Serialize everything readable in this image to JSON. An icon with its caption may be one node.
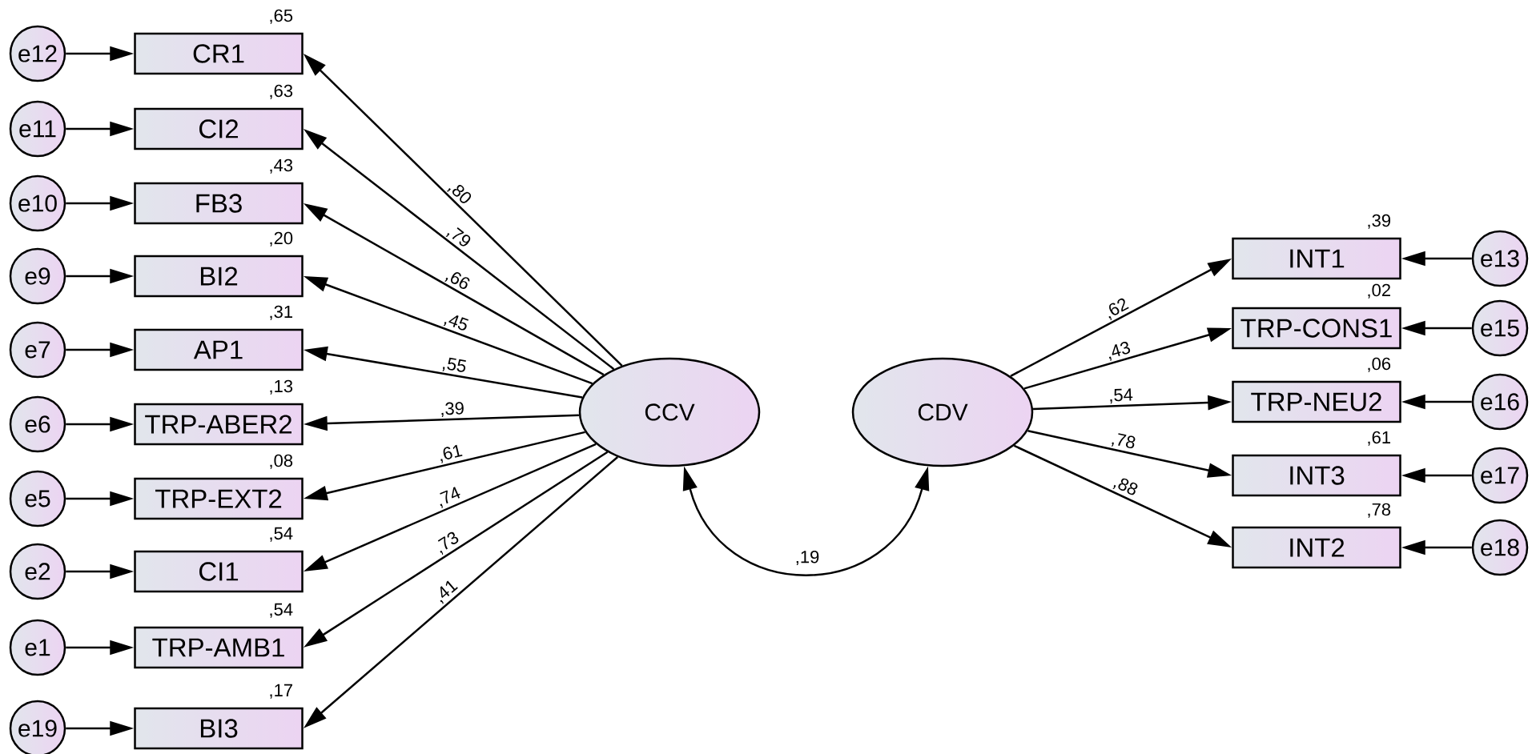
{
  "diagram": {
    "nodes": [
      {
        "text": [
          "e12"
        ]
      },
      {
        "text": [
          "CR1"
        ],
        "beside": [
          ",65"
        ]
      },
      {
        "text": [
          "e11"
        ]
      },
      {
        "text": [
          "CI2"
        ],
        "beside": [
          ",63"
        ]
      },
      {
        "text": [
          "e10"
        ]
      },
      {
        "text": [
          "FB3"
        ],
        "beside": [
          ",43"
        ]
      },
      {
        "text": [
          "e9"
        ]
      },
      {
        "text": [
          "BI2"
        ],
        "beside": [
          ",20"
        ]
      },
      {
        "text": [
          "e7"
        ]
      },
      {
        "text": [
          "AP1"
        ],
        "beside": [
          ",31"
        ]
      },
      {
        "text": [
          "e6"
        ]
      },
      {
        "text": [
          "TRP-ABER2"
        ],
        "beside": [
          ",13"
        ]
      },
      {
        "text": [
          "e5"
        ]
      },
      {
        "text": [
          "TRP-EXT2"
        ],
        "beside": [
          ",08"
        ]
      },
      {
        "text": [
          "e2"
        ]
      },
      {
        "text": [
          "CI1"
        ],
        "beside": [
          ",54"
        ]
      },
      {
        "text": [
          "e1"
        ]
      },
      {
        "text": [
          "TRP-AMB1"
        ],
        "beside": [
          ",54"
        ]
      },
      {
        "text": [
          "e19"
        ]
      },
      {
        "text": [
          "BI3"
        ],
        "beside": [
          ",17"
        ]
      },
      {
        "text": [
          "CCV"
        ]
      },
      {
        "text": [
          "CDV"
        ]
      },
      {
        "text": [
          "INT1"
        ],
        "beside": [
          ",39"
        ]
      },
      {
        "text": [
          "e13"
        ]
      },
      {
        "text": [
          "TRP-CONS1"
        ],
        "beside": [
          ",02"
        ]
      },
      {
        "text": [
          "e15"
        ]
      },
      {
        "text": [
          "TRP-NEU2"
        ],
        "beside": [
          ",06"
        ]
      },
      {
        "text": [
          "e16"
        ]
      },
      {
        "text": [
          "INT3"
        ],
        "beside": [
          ",61"
        ]
      },
      {
        "text": [
          "e17"
        ]
      },
      {
        "text": [
          "INT2"
        ],
        "beside": [
          ",78"
        ]
      },
      {
        "text": [
          "e18"
        ]
      }
    ],
    "edges": [
      {
        "from": 0,
        "to": 1,
        "arrow": "to"
      },
      {
        "from": 2,
        "to": 3,
        "arrow": "to"
      },
      {
        "from": 4,
        "to": 5,
        "arrow": "to"
      },
      {
        "from": 6,
        "to": 7,
        "arrow": "to"
      },
      {
        "from": 8,
        "to": 9,
        "arrow": "to"
      },
      {
        "from": 10,
        "to": 11,
        "arrow": "to"
      },
      {
        "from": 12,
        "to": 13,
        "arrow": "to"
      },
      {
        "from": 14,
        "to": 15,
        "arrow": "to"
      },
      {
        "from": 16,
        "to": 17,
        "arrow": "to"
      },
      {
        "from": 18,
        "to": 19,
        "arrow": "to"
      },
      {
        "from": 20,
        "to": 1,
        "arrow": "to",
        "label": ",80"
      },
      {
        "from": 20,
        "to": 3,
        "arrow": "to",
        "label": ",79"
      },
      {
        "from": 20,
        "to": 5,
        "arrow": "to",
        "label": ",66"
      },
      {
        "from": 20,
        "to": 7,
        "arrow": "to",
        "label": ",45"
      },
      {
        "from": 20,
        "to": 9,
        "arrow": "to",
        "label": ",55"
      },
      {
        "from": 20,
        "to": 11,
        "arrow": "to",
        "label": ",39"
      },
      {
        "from": 20,
        "to": 13,
        "arrow": "to",
        "label": ",61"
      },
      {
        "from": 20,
        "to": 15,
        "arrow": "to",
        "label": ",74"
      },
      {
        "from": 20,
        "to": 17,
        "arrow": "to",
        "label": ",73"
      },
      {
        "from": 20,
        "to": 19,
        "arrow": "to",
        "label": ",41"
      },
      {
        "from": 20,
        "to": 21,
        "arrow": "both",
        "label": ",19"
      },
      {
        "from": 21,
        "to": 22,
        "arrow": "to",
        "label": ",62"
      },
      {
        "from": 21,
        "to": 24,
        "arrow": "to",
        "label": ",43"
      },
      {
        "from": 21,
        "to": 26,
        "arrow": "to",
        "label": ",54"
      },
      {
        "from": 21,
        "to": 28,
        "arrow": "to",
        "label": ",78"
      },
      {
        "from": 21,
        "to": 30,
        "arrow": "to",
        "label": ",88"
      },
      {
        "from": 23,
        "to": 22,
        "arrow": "to"
      },
      {
        "from": 25,
        "to": 24,
        "arrow": "to"
      },
      {
        "from": 27,
        "to": 26,
        "arrow": "to"
      },
      {
        "from": 29,
        "to": 28,
        "arrow": "to"
      },
      {
        "from": 31,
        "to": 30,
        "arrow": "to"
      }
    ]
  }
}
